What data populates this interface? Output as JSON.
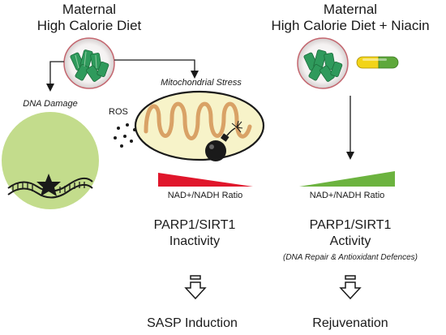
{
  "left": {
    "title_line1": "Maternal",
    "title_line2": "High Calorie Diet",
    "dna_damage": "DNA Damage",
    "mito_stress": "Mitochondrial Stress",
    "ros": "ROS",
    "ratio_label": "NAD+/NADH Ratio",
    "ratio_trend": "decreasing",
    "outcome_line1": "PARP1/SIRT1",
    "outcome_line2": "Inactivity",
    "result": "SASP Induction"
  },
  "right": {
    "title_line1": "Maternal",
    "title_line2": "High Calorie Diet + Niacin",
    "ratio_label": "NAD+/NADH Ratio",
    "ratio_trend": "increasing",
    "outcome_line1": "PARP1/SIRT1",
    "outcome_line2": "Activity",
    "outcome_note": "(DNA Repair & Antioxidant Defences)",
    "result": "Rejuvenation"
  },
  "colors": {
    "decrease_wedge": "#e0162b",
    "increase_wedge": "#6cb33f",
    "cell": "#c3dc8c",
    "mito_fill": "#f7f3c9",
    "mito_crista": "#d9a266",
    "food_circle": "#c4666f",
    "food": "#2f9a5c",
    "capsule_yellow": "#f2d418",
    "capsule_green": "#5ea83b"
  }
}
